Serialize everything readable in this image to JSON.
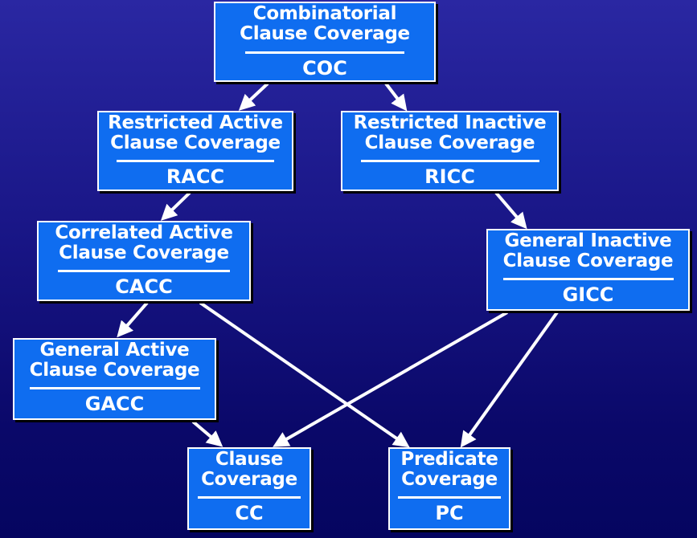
{
  "diagram": {
    "nodes": {
      "coc": {
        "name_lines": [
          "Combinatorial",
          "Clause Coverage"
        ],
        "abbr": "COC"
      },
      "racc": {
        "name_lines": [
          "Restricted Active",
          "Clause Coverage"
        ],
        "abbr": "RACC"
      },
      "ricc": {
        "name_lines": [
          "Restricted Inactive",
          "Clause Coverage"
        ],
        "abbr": "RICC"
      },
      "cacc": {
        "name_lines": [
          "Correlated Active",
          "Clause Coverage"
        ],
        "abbr": "CACC"
      },
      "gicc": {
        "name_lines": [
          "General Inactive",
          "Clause Coverage"
        ],
        "abbr": "GICC"
      },
      "gacc": {
        "name_lines": [
          "General Active",
          "Clause Coverage"
        ],
        "abbr": "GACC"
      },
      "cc": {
        "name_lines": [
          "Clause",
          "Coverage"
        ],
        "abbr": "CC"
      },
      "pc": {
        "name_lines": [
          "Predicate",
          "Coverage"
        ],
        "abbr": "PC"
      }
    },
    "edges": [
      {
        "from": "coc",
        "to": "racc"
      },
      {
        "from": "coc",
        "to": "ricc"
      },
      {
        "from": "racc",
        "to": "cacc"
      },
      {
        "from": "ricc",
        "to": "gicc"
      },
      {
        "from": "cacc",
        "to": "gacc"
      },
      {
        "from": "cacc",
        "to": "pc"
      },
      {
        "from": "gacc",
        "to": "cc"
      },
      {
        "from": "gicc",
        "to": "cc"
      },
      {
        "from": "gicc",
        "to": "pc"
      }
    ],
    "colors": {
      "box": "#0f6df0",
      "border": "#ffffff",
      "text": "#ffffff",
      "arrow": "#ffffff"
    }
  }
}
